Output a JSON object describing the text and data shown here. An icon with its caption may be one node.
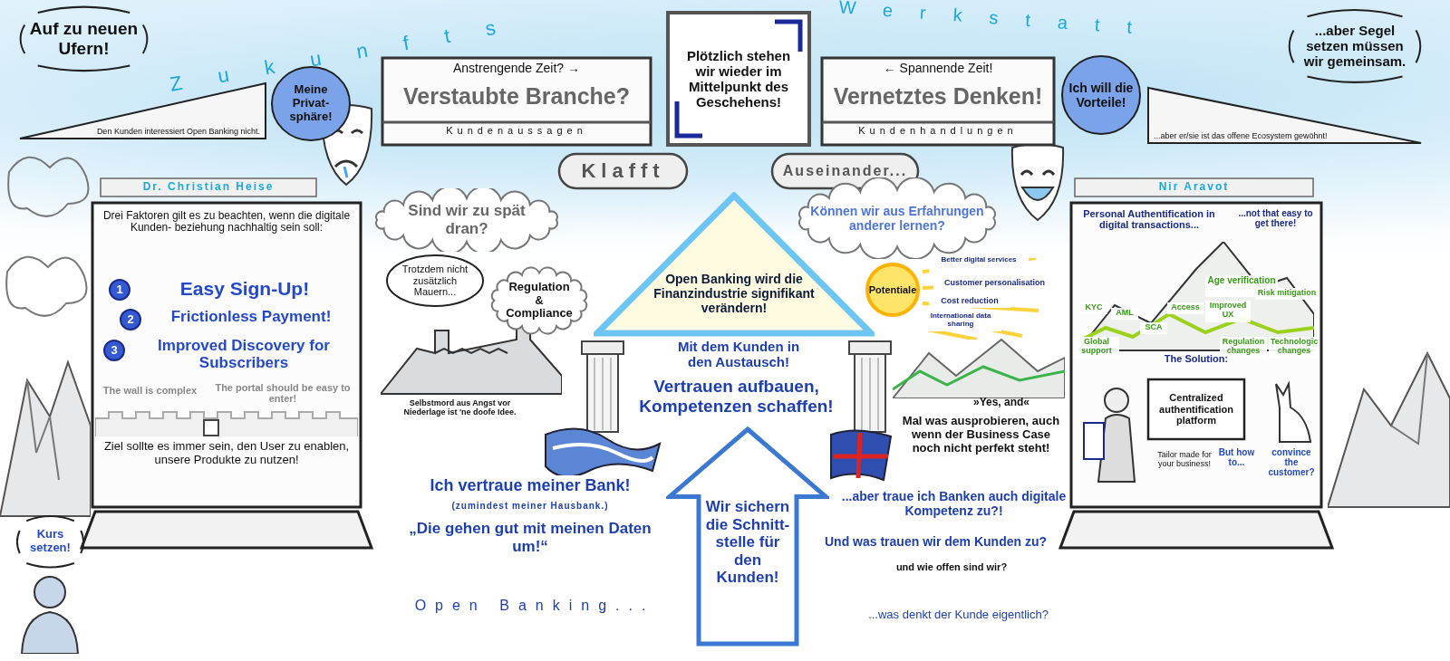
{
  "diagram": {
    "nodes": [
      {
        "text": [
          "Auf zu neuen Ufern!"
        ]
      },
      {
        "text": [
          "Den Kunden interessiert Open Banking nicht."
        ]
      },
      {
        "text": [
          "Meine Privat- sphäre!"
        ]
      },
      {
        "text": [
          "Anstrengende Zeit? →",
          "Verstaubte Branche?",
          "Kundenaussagen"
        ]
      },
      {
        "text": [
          "Plötzlich stehen wir wieder im Mittelpunkt des Geschehens!"
        ]
      },
      {
        "text": [
          "← Spannende Zeit!",
          "Vernetztes Denken!",
          "Kundenhandlungen"
        ]
      },
      {
        "text": [
          "...aber Segel setzen müssen wir gemeinsam."
        ]
      },
      {
        "text": [
          "Ich will die Vorteile!"
        ]
      },
      {
        "text": [
          "...aber er/sie ist das offene Ecosystem gewöhnt!"
        ]
      },
      {
        "text": [
          "Dr. Christian Heise"
        ]
      },
      {
        "text": [
          "Klafft"
        ]
      },
      {
        "text": [
          "Auseinander..."
        ]
      },
      {
        "text": [
          "Nir Aravot"
        ]
      },
      {
        "text": [
          "Drei Faktoren gilt es zu beachten, wenn die digitale Kunden- beziehung nachhaltig sein soll:",
          "Easy Sign-Up!",
          "Frictionless Payment!",
          "Improved Discovery for Subscribers",
          "The wall is complex",
          "The portal should be easy to enter!",
          "Ziel sollte es immer sein, den User zu enablen, unsere Produkte zu nutzen!"
        ]
      },
      {
        "text": [
          "1"
        ],
        "in": 13
      },
      {
        "text": [
          "2"
        ],
        "in": 13
      },
      {
        "text": [
          "3"
        ],
        "in": 13
      },
      {
        "text": [
          "Sind wir zu spät dran?"
        ]
      },
      {
        "text": [
          "Open Banking wird die Finanzindustrie signifikant verändern!"
        ]
      },
      {
        "text": [
          "Können wir aus Erfahrungen anderer lernen?"
        ]
      },
      {
        "text": [
          "Personal Authentification in digital transactions...",
          "...not that easy to get there!",
          "Age verification",
          "KYC",
          "AML",
          "SCA",
          "Access",
          "Improved UX",
          "Risk mitigation",
          "Global support",
          "Regulation changes",
          "Technologic changes",
          "The Solution:",
          "Tailor made for your business!",
          "But how to...",
          "convince the customer?"
        ]
      },
      {
        "text": [
          "Centralized authentification platform"
        ],
        "in": 20
      },
      {
        "text": [
          "Trotzdem nicht zusätzlich Mauern..."
        ]
      },
      {
        "text": [
          "Regulation & Compliance"
        ]
      },
      {
        "text": [
          "Potentiale"
        ]
      },
      {
        "text": [
          "Wir sichern die Schnitt- stelle für den Kunden!"
        ]
      },
      {
        "text": [
          "Kurs setzen!"
        ]
      }
    ],
    "labels": [
      "Zukunfts",
      "Werkstatt",
      "Better digital services",
      "Customer personalisation",
      "Cost reduction",
      "International data sharing",
      "Selbstmord aus Angst vor Niederlage ist 'ne doofe Idee.",
      "Mit dem Kunden in den Austausch!",
      "Vertrauen aufbauen, Kompetenzen schaffen!",
      "»Yes, and«",
      "Mal was ausprobieren, auch wenn der Business Case noch nicht perfekt steht!",
      "Ich vertraue meiner Bank!",
      "(zumindest meiner Hausbank.)",
      "„Die gehen gut mit meinen Daten um!“",
      "...aber traue ich Banken auch digitale Kompetenz zu?!",
      "Und was trauen wir dem Kunden zu?",
      "und wie offen sind wir?",
      "Open Banking...",
      "...was denkt der Kunde eigentlich?"
    ]
  }
}
